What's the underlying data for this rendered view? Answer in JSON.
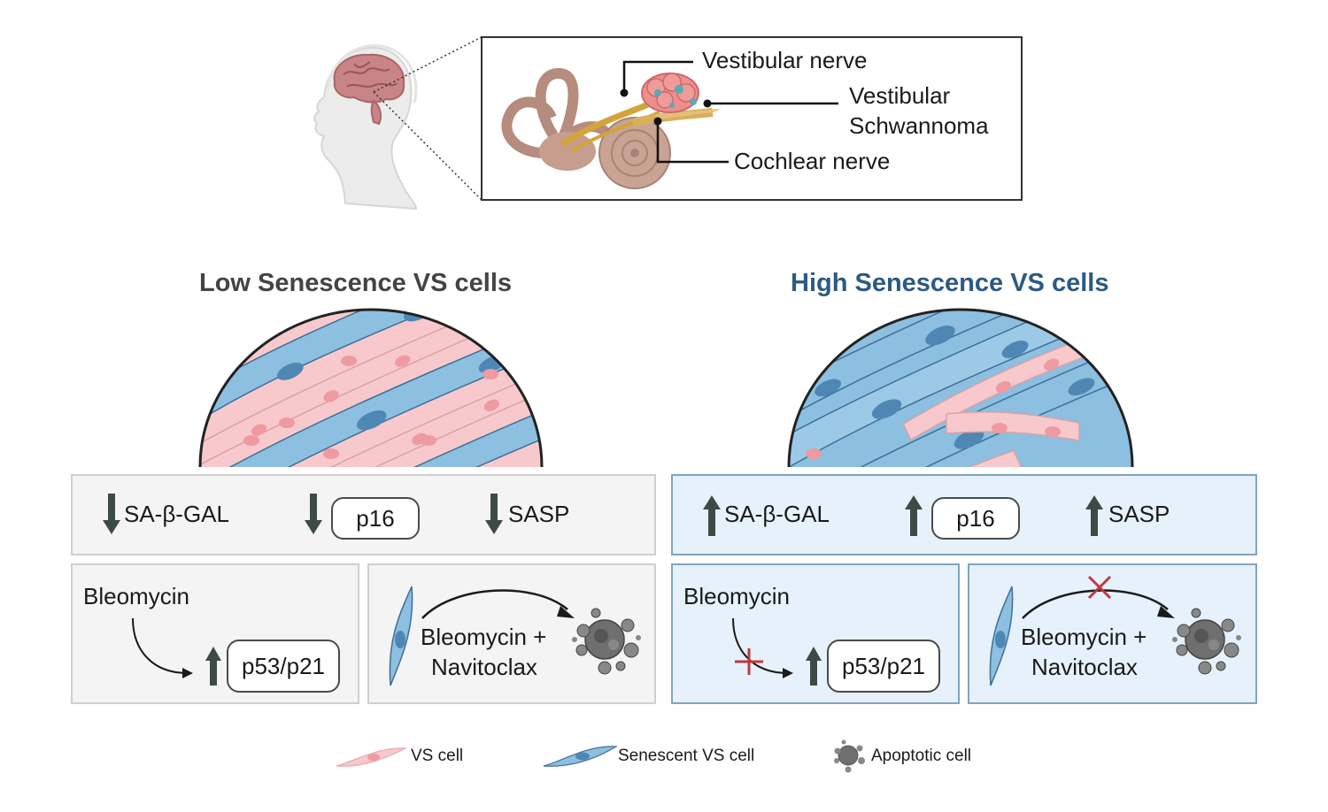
{
  "top": {
    "labels": {
      "vestibular_nerve": "Vestibular nerve",
      "vs_line1": "Vestibular",
      "vs_line2": "Schwannoma",
      "cochlear_nerve": "Cochlear nerve"
    }
  },
  "low": {
    "title": "Low Senescence VS cells",
    "markers": {
      "sa_gal": "SA-β-GAL",
      "p16": "p16",
      "sasp": "SASP"
    },
    "bleomycin": "Bleomycin",
    "p53": "p53/p21",
    "combo_line1": "Bleomycin +",
    "combo_line2": "Navitoclax"
  },
  "high": {
    "title": "High Senescence VS cells",
    "markers": {
      "sa_gal": "SA-β-GAL",
      "p16": "p16",
      "sasp": "SASP"
    },
    "bleomycin": "Bleomycin",
    "p53": "p53/p21",
    "combo_line1": "Bleomycin +",
    "combo_line2": "Navitoclax"
  },
  "legend": {
    "vs_cell": "VS cell",
    "senescent": "Senescent VS cell",
    "apoptotic": "Apoptotic cell"
  },
  "colors": {
    "vs_cell_fill": "#f7c9cc",
    "vs_cell_nucleus": "#ee9aa0",
    "senescent_fill": "#8cbfe0",
    "senescent_nucleus": "#4f87b4",
    "high_title": "#2c5a83",
    "low_title": "#444444",
    "arrow_dark": "#3d4b47",
    "cross_red": "#c0393b",
    "apoptotic": "#777777"
  },
  "icons": [
    "head-brain-icon",
    "inner-ear-icon",
    "down-arrow-icon",
    "up-arrow-icon",
    "curved-arrow-icon",
    "cross-icon",
    "apoptotic-cell-icon",
    "spindle-cell-icon"
  ]
}
